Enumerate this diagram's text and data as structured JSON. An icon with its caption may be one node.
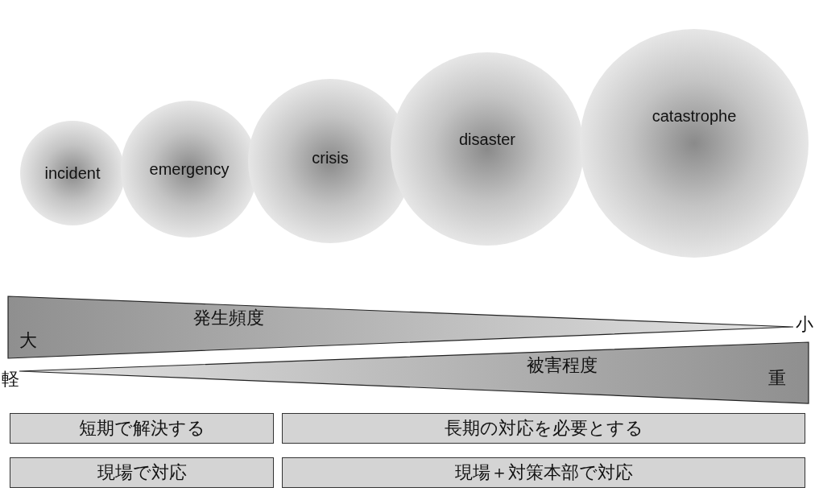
{
  "diagram": {
    "nodes": [
      {
        "text": [
          "incident"
        ]
      },
      {
        "text": [
          "emergency"
        ]
      },
      {
        "text": [
          "crisis"
        ]
      },
      {
        "text": [
          "disaster"
        ]
      },
      {
        "text": [
          "catastrophe"
        ]
      },
      {
        "text": [
          "大",
          "発生頻度"
        ],
        "beside": [
          "小"
        ]
      },
      {
        "text": [
          "被害程度",
          "重"
        ],
        "beside": [
          "軽"
        ]
      },
      {
        "text": [
          "短期で解決する"
        ]
      },
      {
        "text": [
          "長期の対応を必要とする"
        ]
      },
      {
        "text": [
          "現場で対応"
        ]
      },
      {
        "text": [
          "現場＋対策本部で対応"
        ]
      }
    ],
    "edges": []
  }
}
